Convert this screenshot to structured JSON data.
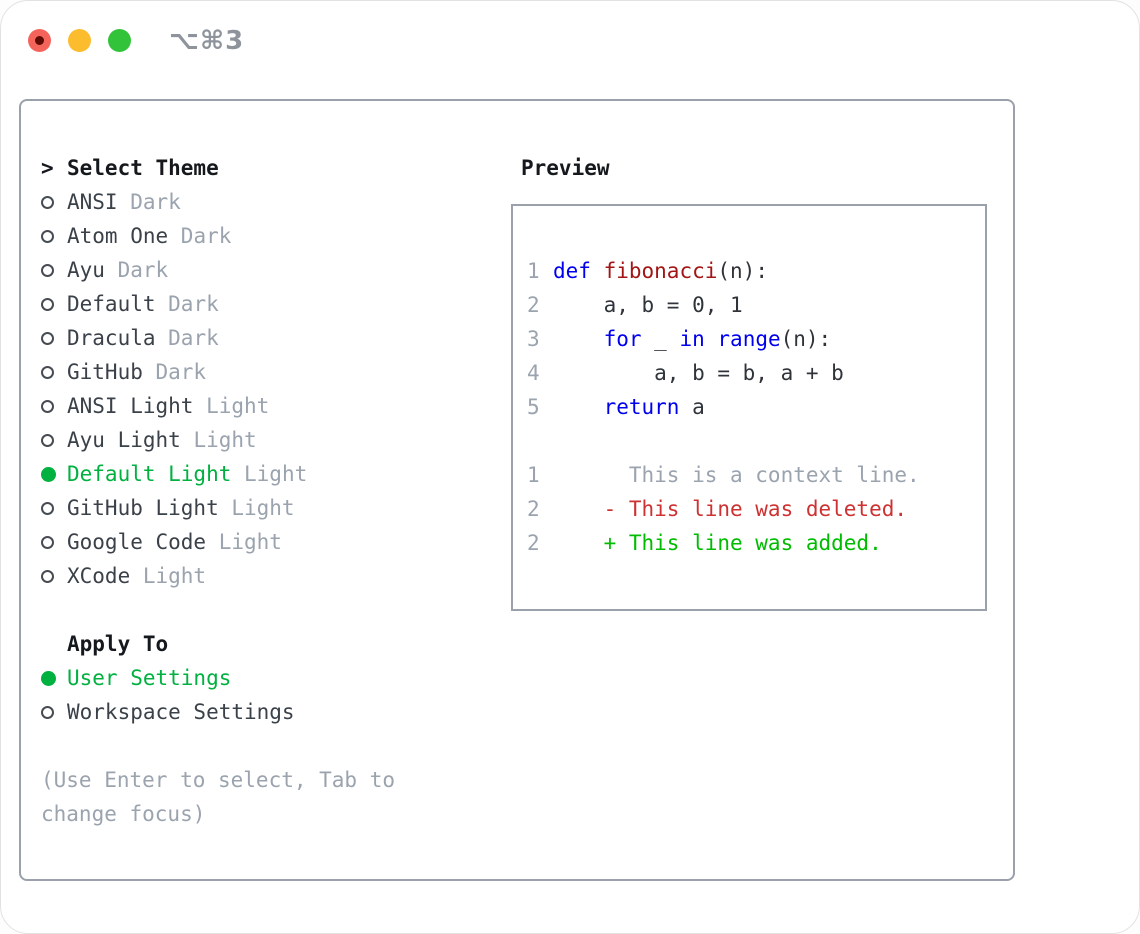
{
  "window": {
    "title_shortcut": "⌥⌘3"
  },
  "colors": {
    "accent_green": "#00b140",
    "diff_add": "#00bc00",
    "diff_del": "#cd3131",
    "keyword_blue": "#0000ee",
    "function_red": "#a31515",
    "muted_gray": "#9aa3ae",
    "text_dark": "#3b4149",
    "header_black": "#15181c",
    "border_gray": "#9aa1ab",
    "traffic_red": "#f4645a",
    "traffic_yellow": "#fbbc2e",
    "traffic_green": "#32c33b"
  },
  "left": {
    "prompt": ">",
    "title": "Select Theme",
    "themes": [
      {
        "name": "ANSI",
        "variant": "Dark",
        "selected": false
      },
      {
        "name": "Atom One",
        "variant": "Dark",
        "selected": false
      },
      {
        "name": "Ayu",
        "variant": "Dark",
        "selected": false
      },
      {
        "name": "Default",
        "variant": "Dark",
        "selected": false
      },
      {
        "name": "Dracula",
        "variant": "Dark",
        "selected": false
      },
      {
        "name": "GitHub",
        "variant": "Dark",
        "selected": false
      },
      {
        "name": "ANSI Light",
        "variant": "Light",
        "selected": false
      },
      {
        "name": "Ayu Light",
        "variant": "Light",
        "selected": false
      },
      {
        "name": "Default Light",
        "variant": "Light",
        "selected": true
      },
      {
        "name": "GitHub Light",
        "variant": "Light",
        "selected": false
      },
      {
        "name": "Google Code",
        "variant": "Light",
        "selected": false
      },
      {
        "name": "XCode",
        "variant": "Light",
        "selected": false
      }
    ],
    "apply_to": {
      "title": "Apply To",
      "options": [
        {
          "label": "User Settings",
          "selected": true
        },
        {
          "label": "Workspace Settings",
          "selected": false
        }
      ]
    },
    "help": "(Use Enter to select, Tab to change focus)"
  },
  "preview": {
    "title": "Preview",
    "code": [
      {
        "num": "1",
        "tokens": [
          [
            "kw",
            "def"
          ],
          [
            "plain",
            " "
          ],
          [
            "fn",
            "fibonacci"
          ],
          [
            "plain",
            "(n):"
          ]
        ]
      },
      {
        "num": "2",
        "tokens": [
          [
            "plain",
            "    a, b = 0, 1"
          ]
        ]
      },
      {
        "num": "3",
        "tokens": [
          [
            "plain",
            "    "
          ],
          [
            "kw",
            "for"
          ],
          [
            "plain",
            " _ "
          ],
          [
            "kw",
            "in"
          ],
          [
            "plain",
            " "
          ],
          [
            "kw",
            "range"
          ],
          [
            "plain",
            "(n):"
          ]
        ]
      },
      {
        "num": "4",
        "tokens": [
          [
            "plain",
            "        a, b = b, a + b"
          ]
        ]
      },
      {
        "num": "5",
        "tokens": [
          [
            "plain",
            "    "
          ],
          [
            "kw",
            "return"
          ],
          [
            "plain",
            " a"
          ]
        ]
      },
      {
        "num": "",
        "tokens": []
      },
      {
        "num": "1",
        "tokens": [
          [
            "ctx",
            "      This is a context line."
          ]
        ]
      },
      {
        "num": "2",
        "tokens": [
          [
            "del",
            "    - This line was deleted."
          ]
        ]
      },
      {
        "num": "2",
        "tokens": [
          [
            "add",
            "    + This line was added."
          ]
        ]
      }
    ]
  }
}
